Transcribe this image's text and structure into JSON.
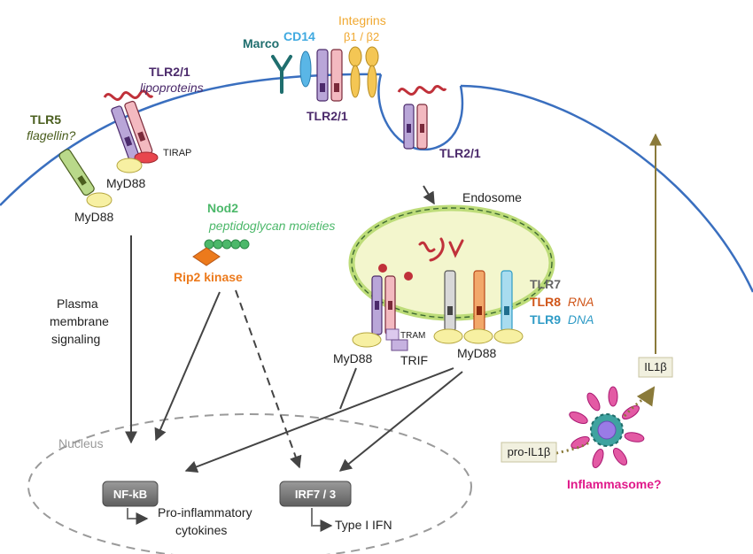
{
  "labels": {
    "tlr5": "TLR5",
    "flagellin": "flagellin?",
    "tlr21_top": "TLR2/1",
    "lipoproteins": "lipoproteins",
    "tirap": "TIRAP",
    "myd88_a": "MyD88",
    "myd88_b": "MyD88",
    "marco": "Marco",
    "cd14": "CD14",
    "integrins": "Integrins",
    "beta": "β1 / β2",
    "tlr21_mid": "TLR2/1",
    "tlr21_right": "TLR2/1",
    "endosome": "Endosome",
    "nod2": "Nod2",
    "peptidoglycan": "peptidoglycan moieties",
    "rip2": "Rip2 kinase",
    "pm_line1": "Plasma",
    "pm_line2": "membrane",
    "pm_line3": "signaling",
    "tlr7": "TLR7",
    "tlr8": "TLR8",
    "rna": "RNA",
    "tlr9": "TLR9",
    "dna": "DNA",
    "tram": "TRAM",
    "trif": "TRIF",
    "myd88_c": "MyD88",
    "myd88_d": "MyD88",
    "nucleus": "Nucleus",
    "nfkb": "NF-kB",
    "irf": "IRF7 / 3",
    "proinf1": "Pro-inflammatory",
    "proinf2": "cytokines",
    "typei": "Type I IFN",
    "il1b": "IL1β",
    "proil1b": "pro-IL1β",
    "inflammasome": "Inflammasome?"
  },
  "colors": {
    "membrane": "#3a6fbf",
    "tlr5": "#4a5e1e",
    "tlr21": "#4b2a6b",
    "marco": "#1f6e6e",
    "cd14": "#3fa9e0",
    "integrins": "#f0b23c",
    "nod2": "#4cb86a",
    "rip2": "#ec7a1c",
    "tlr7": "#666666",
    "tlr8": "#d0561a",
    "tlr9": "#2f9bc6",
    "inflammasome": "#e0198a",
    "ligand": "#c0313a",
    "endosome": "#f2f6c8"
  }
}
